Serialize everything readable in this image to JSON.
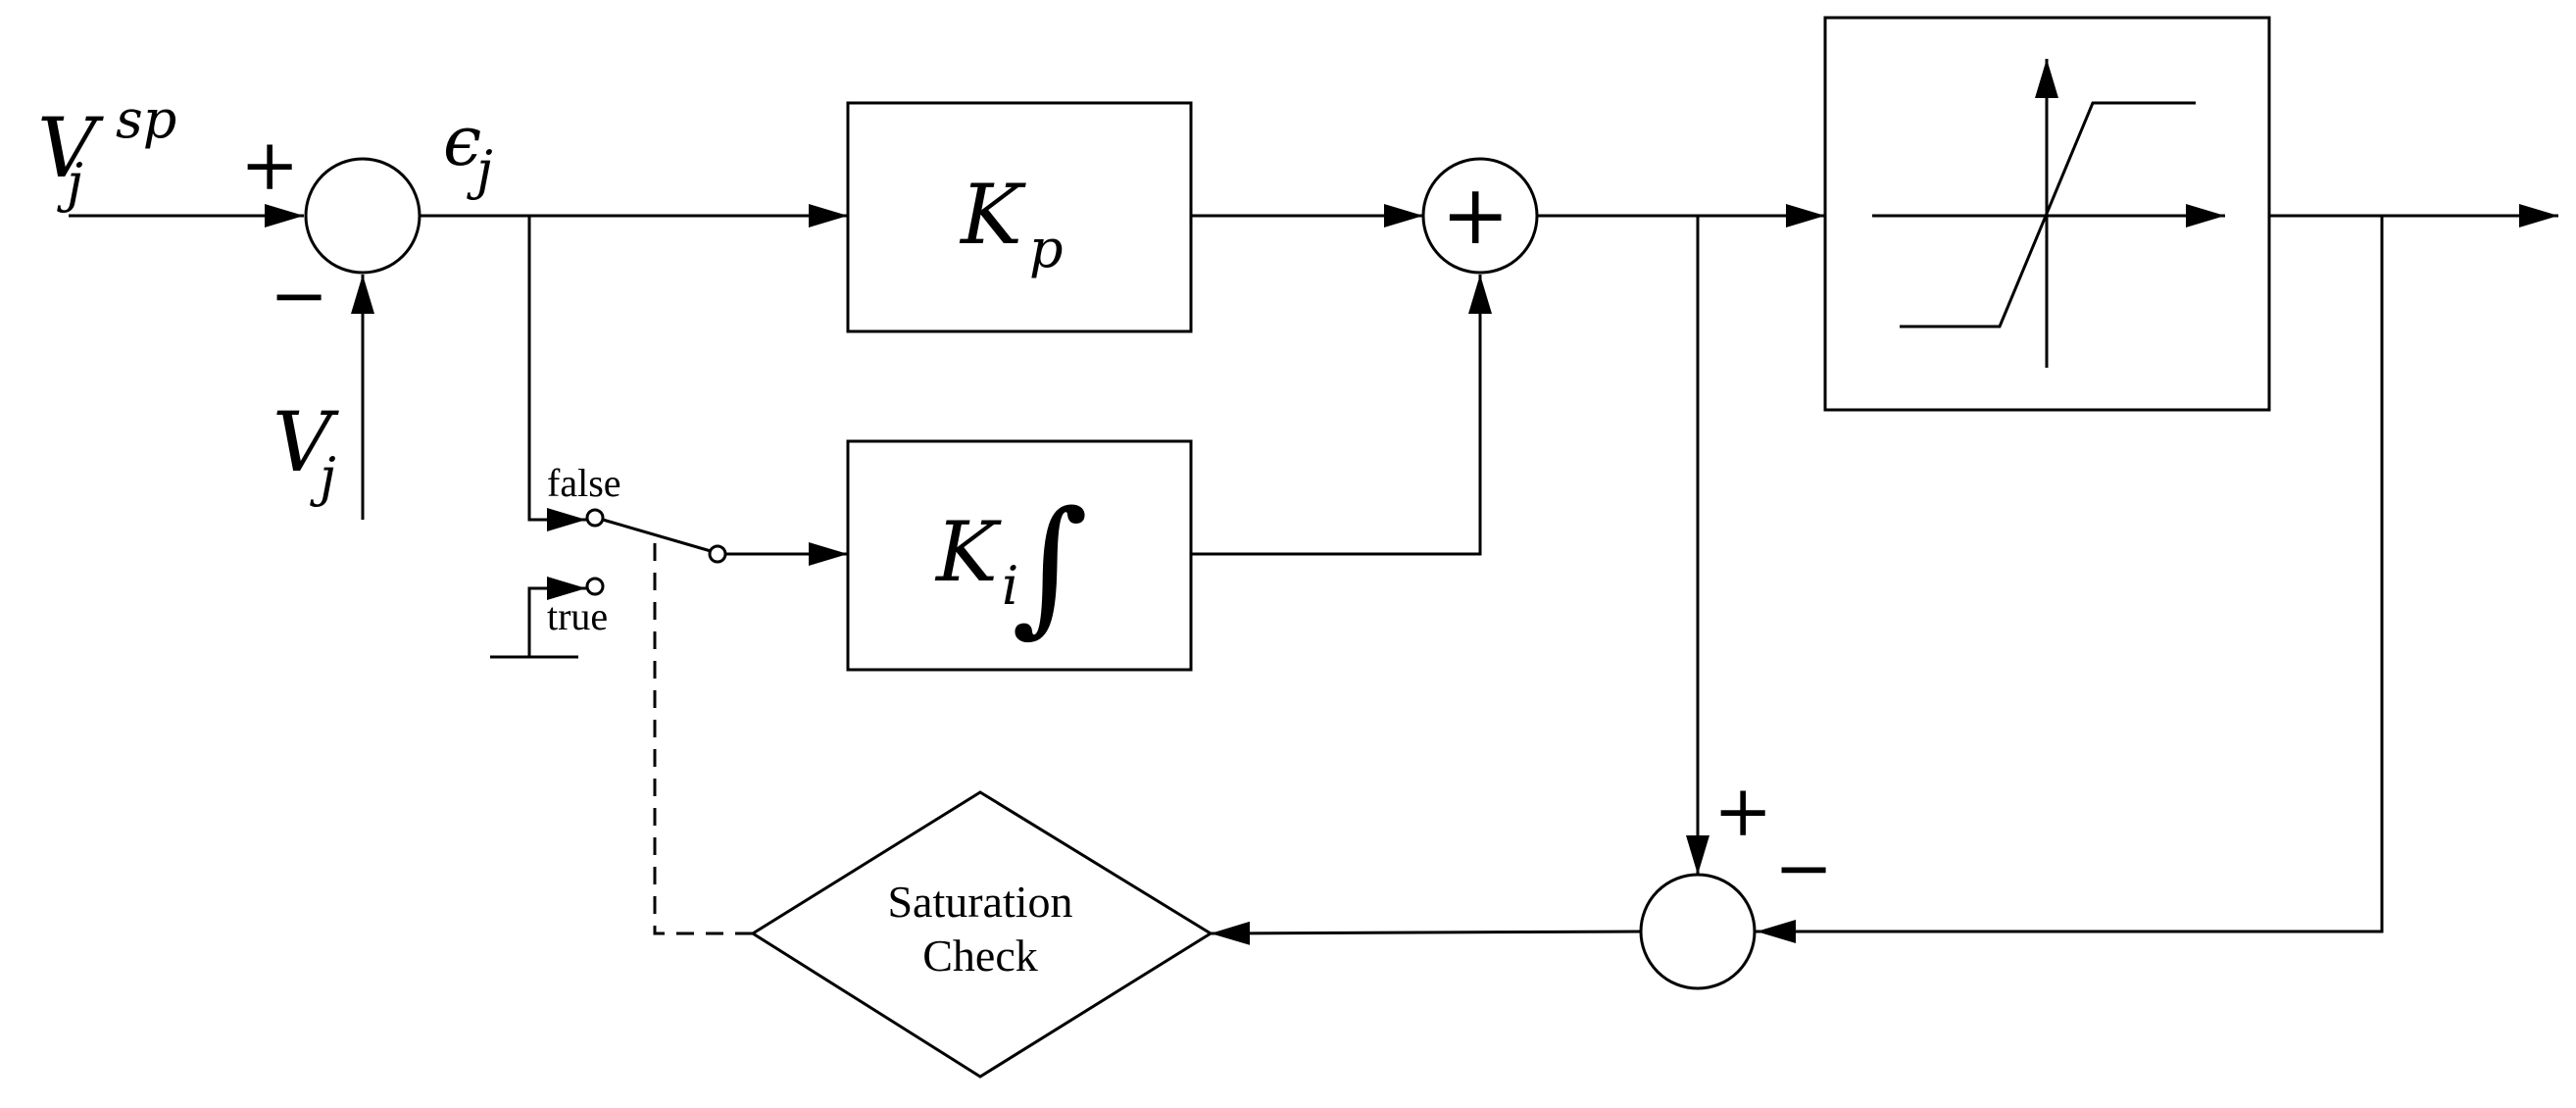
{
  "labels": {
    "setpoint": {
      "base": "V",
      "sub": "j",
      "sup": "sp"
    },
    "setpoint_sign": "+",
    "feedback": {
      "base": "V",
      "sub": "j"
    },
    "feedback_sign": "−",
    "error": {
      "base": "ϵ",
      "sub": "j"
    },
    "kp": {
      "base": "K",
      "sub": "p"
    },
    "ki": {
      "base": "K",
      "sub": "i",
      "symbol": "∫"
    },
    "switch_false": "false",
    "switch_true": "true",
    "sat_check": {
      "line1": "Saturation",
      "line2": "Check"
    },
    "sum2_sign": "+",
    "diff_plus": "+",
    "diff_minus": "−"
  }
}
